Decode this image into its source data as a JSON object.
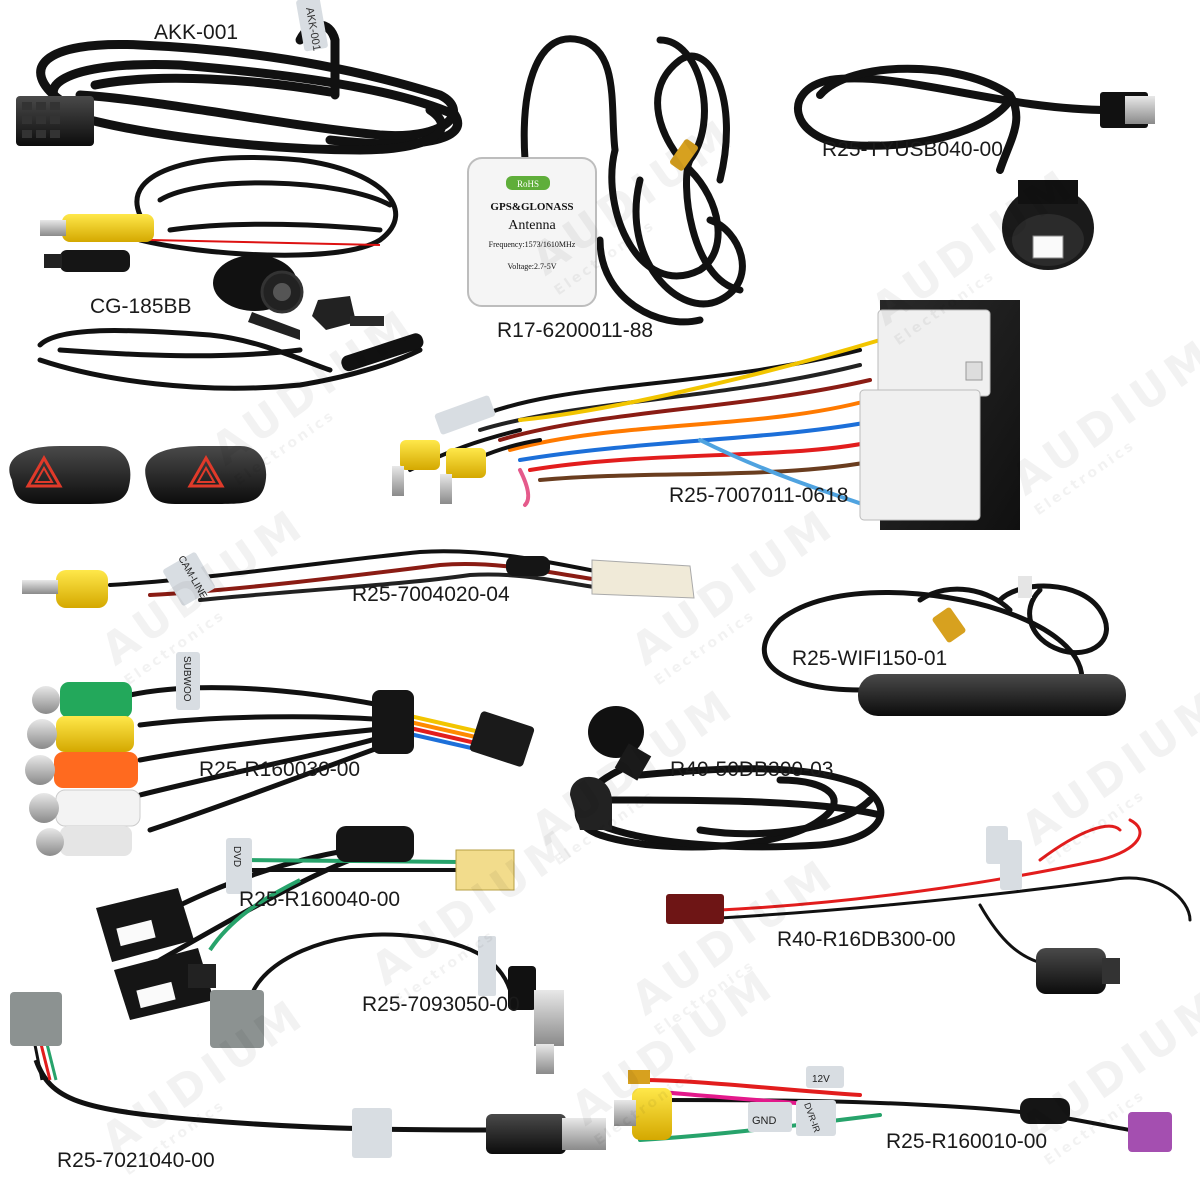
{
  "watermark": {
    "brand": "AUDIUM",
    "sub": "Electronics"
  },
  "products": [
    {
      "id": "akk",
      "label": "AKK-001"
    },
    {
      "id": "gps",
      "label": "R17-6200011-88"
    },
    {
      "id": "usb",
      "label": "R25-TYUSB040-00"
    },
    {
      "id": "cam",
      "label": "CG-185BB"
    },
    {
      "id": "harness",
      "label": "R25-7007011-0618"
    },
    {
      "id": "camline",
      "label": "R25-7004020-04"
    },
    {
      "id": "wifi",
      "label": "R25-WIFI150-01"
    },
    {
      "id": "rca",
      "label": "R25-R160030-00"
    },
    {
      "id": "mic",
      "label": "R40-50DB300-03"
    },
    {
      "id": "usbdual",
      "label": "R25-R160040-00"
    },
    {
      "id": "r40",
      "label": "R40-R16DB300-00"
    },
    {
      "id": "antenna",
      "label": "R25-7093050-00"
    },
    {
      "id": "usbext",
      "label": "R25-7021040-00"
    },
    {
      "id": "r160010",
      "label": "R25-R160010-00"
    }
  ],
  "part_text": {
    "akk_tag": "AKK-001",
    "gps_rohs": "RoHS",
    "gps_title": "GPS&GLONASS",
    "gps_name": "Antenna",
    "gps_freq": "Frequency:1573/1610MHz",
    "gps_volt": "Voltage:2.7-5V",
    "tag_cam": "CAM-LINE",
    "tag_dvd": "DVD",
    "tag_subwoofer": "SUBWOO",
    "tag_gnd": "GND",
    "tag_dvr": "DVR-IR",
    "tag_12v": "12V"
  }
}
